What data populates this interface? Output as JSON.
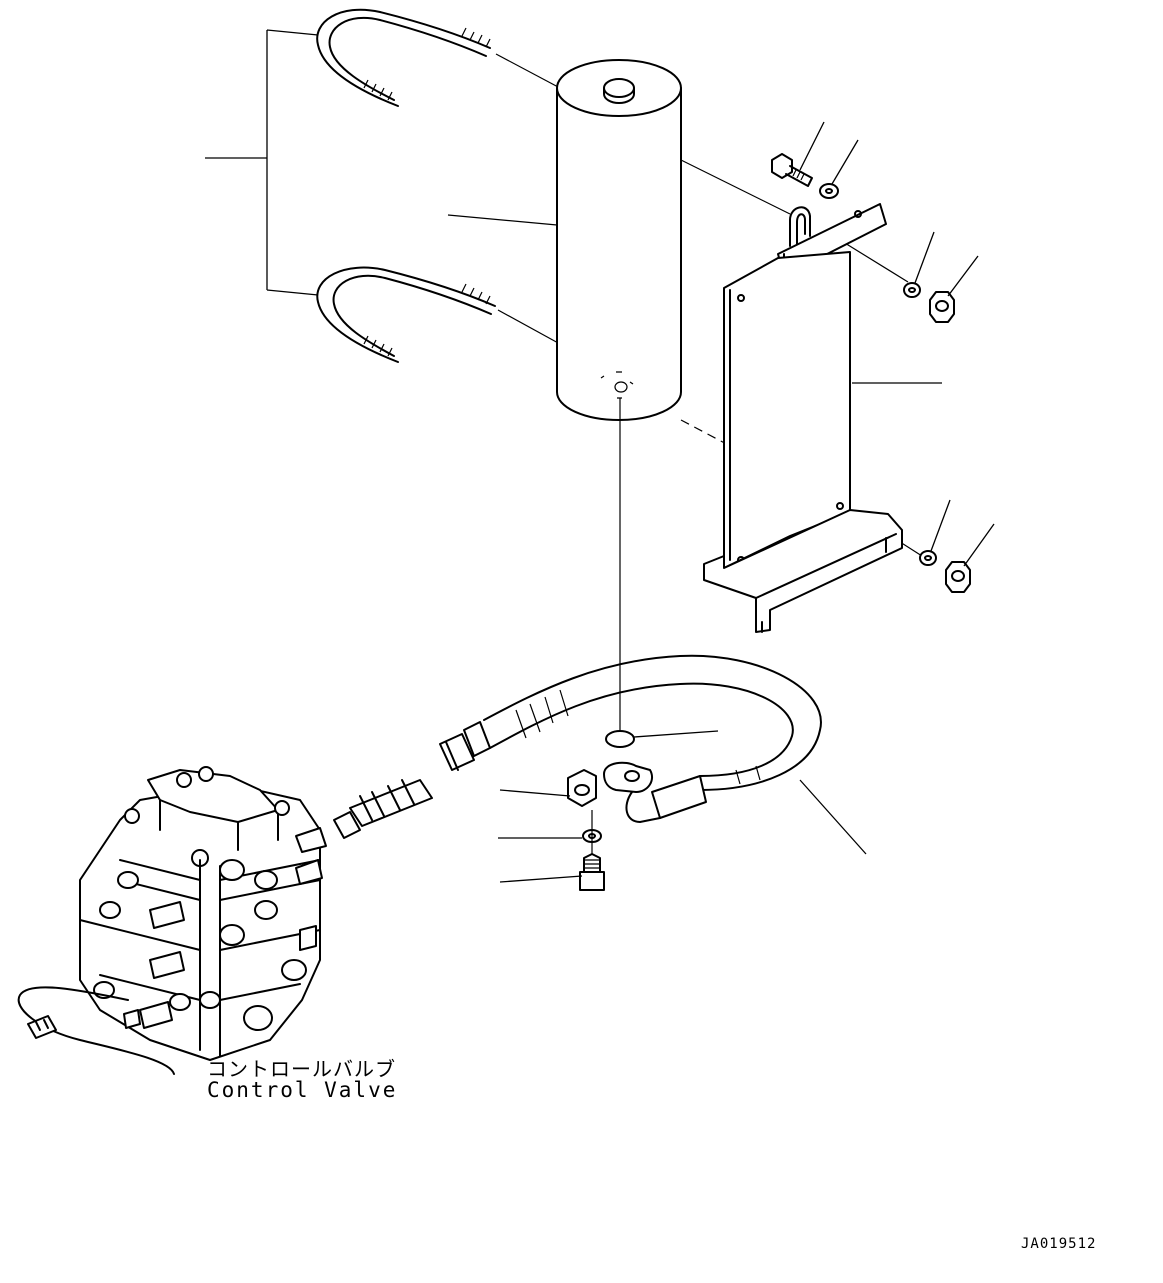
{
  "labels": {
    "control_valve_jp": "コントロールバルブ",
    "control_valve_en": "Control Valve"
  },
  "drawing_number": "JA019512",
  "colors": {
    "line": "#000000",
    "background": "#ffffff"
  }
}
